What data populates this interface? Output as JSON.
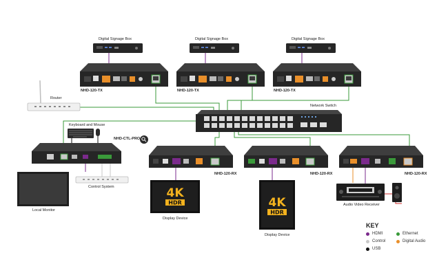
{
  "labels": {
    "signage_box": "Digital Signage Box",
    "tx": "NHD-120-TX",
    "router": "Router",
    "network_switch": "Network Switch",
    "keyboard_mouse": "Keyboard and Mouse",
    "ctl_pro": "NHD-CTL-PRO",
    "rx": "NHD-120-RX",
    "local_monitor": "Local Monitor",
    "control_system": "Control System",
    "display_device": "Display Device",
    "display_4k": "4K",
    "display_hdr": "HDR",
    "audio_video_receiver": "Audio Video Receiver"
  },
  "key": {
    "title": "KEY",
    "items": [
      {
        "label": "HDMI",
        "color": "#7b2a8c"
      },
      {
        "label": "Control",
        "color": "#c8c8c8"
      },
      {
        "label": "USB",
        "color": "#111111"
      },
      {
        "label": "Ethernet",
        "color": "#3a9a3a"
      },
      {
        "label": "Digital Audio",
        "color": "#e98f2a"
      }
    ]
  },
  "colors": {
    "device_body": "#262626",
    "device_front": "#353535",
    "ethernet": "#3a9a3a",
    "hdmi": "#7b2a8c",
    "digital_audio": "#e98f2a",
    "control": "#c8c8c8",
    "usb": "#111111",
    "badge_gold": "#f3b21e"
  }
}
